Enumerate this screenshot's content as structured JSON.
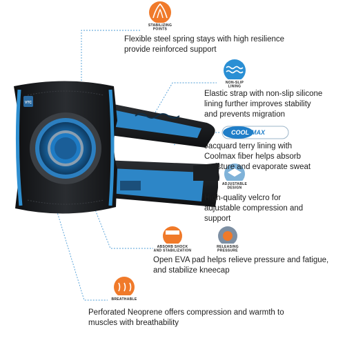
{
  "features": [
    {
      "badge": "STABILIZING POINTS",
      "badge_lines": [
        "STABILIZING",
        "POINTS"
      ],
      "lines": [
        "Flexible steel spring stays with high resilience",
        "provide reinforced support"
      ]
    },
    {
      "badge": "NON-SLIP LINING",
      "badge_lines": [
        "NON-SLIP",
        "LINING"
      ],
      "lines": [
        "Elastic strap with non-slip silicone",
        "lining further improves stability",
        "and prevents migration"
      ]
    },
    {
      "badge": "COOLMAX",
      "badge_lines": [
        "COOL",
        "MAX"
      ],
      "lines": [
        "Jacquard terry lining with",
        "Coolmax fiber helps absorb",
        "moisture and evaporate sweat"
      ]
    },
    {
      "badge": "ADJUSTABLE DESIGN",
      "badge_lines": [
        "ADJUSTABLE",
        "DESIGN"
      ],
      "lines": [
        "High-quality velcro for",
        "adjustable compression and",
        "support"
      ]
    },
    {
      "badge": "ABSORB SHOCK AND STABILIZATION",
      "badge_lines": [
        "ABSORB SHOCK",
        "AND STABILIZATION"
      ],
      "badge2": "RELEASING PRESSURE",
      "badge2_lines": [
        "RELEASING",
        "PRESSURE"
      ],
      "lines": [
        "Open EVA pad helps relieve pressure and fatigue,",
        "and stabilize kneecap"
      ]
    },
    {
      "badge": "BREATHABLE",
      "badge_lines": [
        "BREATHABLE"
      ],
      "lines": [
        "Perforated Neoprene offers compression and warmth to",
        "muscles with breathability"
      ]
    }
  ],
  "product": {
    "logo_text": "VTC"
  },
  "colors": {
    "accent_orange": "#f07a2a",
    "accent_blue": "#2a8fd4",
    "brace_black": "#1b1d20",
    "brace_blue": "#2f8fd0",
    "leader_blue": "#4b9bd6"
  }
}
